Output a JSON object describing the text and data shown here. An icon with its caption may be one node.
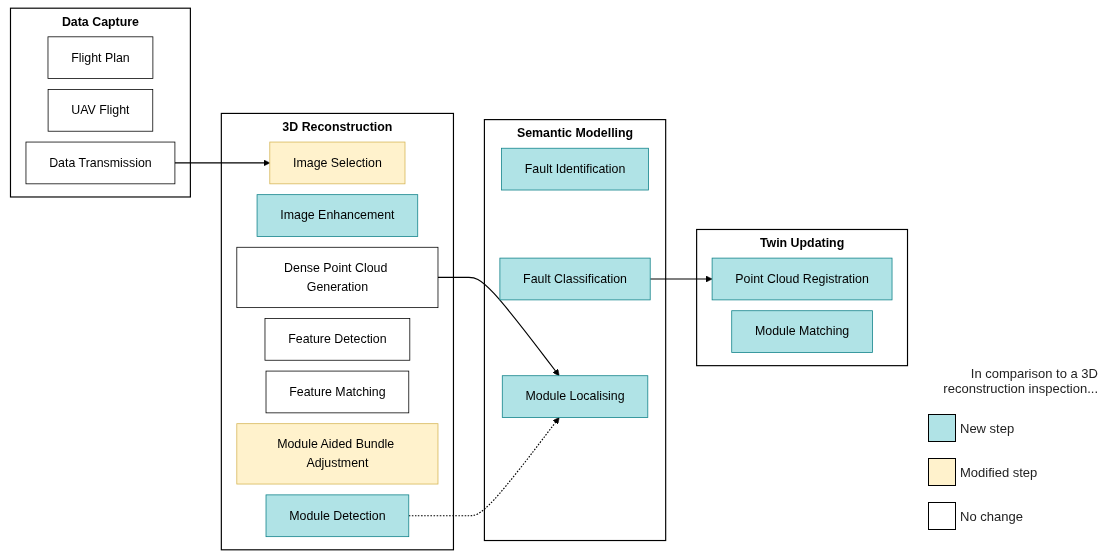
{
  "diagram": {
    "nodes": [
      {
        "text": [
          "Data Capture"
        ]
      },
      {
        "text": [
          "Flight Plan"
        ],
        "in": 0
      },
      {
        "text": [
          "UAV Flight"
        ],
        "in": 0
      },
      {
        "text": [
          "Data Transmission"
        ],
        "in": 0
      },
      {
        "text": [
          "3D Reconstruction"
        ]
      },
      {
        "text": [
          "Image Selection"
        ],
        "in": 4
      },
      {
        "text": [
          "Image Enhancement"
        ],
        "in": 4
      },
      {
        "text": [
          "Module Detection"
        ],
        "in": 4
      },
      {
        "text": [
          "Feature Detection"
        ],
        "in": 4
      },
      {
        "text": [
          "Feature Matching"
        ],
        "in": 4
      },
      {
        "text": [
          "Module Aided Bundle Adjustment"
        ],
        "in": 4
      },
      {
        "text": [
          "Dense Point Cloud Generation"
        ],
        "in": 4
      },
      {
        "text": [
          "Semantic Modelling"
        ]
      },
      {
        "text": [
          "Module Localising"
        ],
        "in": 12
      },
      {
        "text": [
          "Fault Identification"
        ],
        "in": 12
      },
      {
        "text": [
          "Fault Classification"
        ],
        "in": 12
      },
      {
        "text": [
          "Twin Updating"
        ]
      },
      {
        "text": [
          "Point Cloud Registration"
        ],
        "in": 16
      },
      {
        "text": [
          "Module Matching"
        ],
        "in": 16
      }
    ],
    "edges": [
      {
        "from": 3,
        "to": 5,
        "arrow": "to"
      },
      {
        "from": 11,
        "to": 13,
        "arrow": "to"
      },
      {
        "from": 7,
        "to": 13,
        "arrow": "to",
        "style": "dashed"
      },
      {
        "from": 15,
        "to": 17,
        "arrow": "to"
      }
    ],
    "labels": [
      "In comparison to a 3D reconstruction inspection..."
    ],
    "legend": [
      {
        "text": "New step",
        "color": "#b0e3e6"
      },
      {
        "text": "Modified step",
        "color": "#fff2cc"
      },
      {
        "text": "No change",
        "color": "#ffffff"
      }
    ]
  }
}
